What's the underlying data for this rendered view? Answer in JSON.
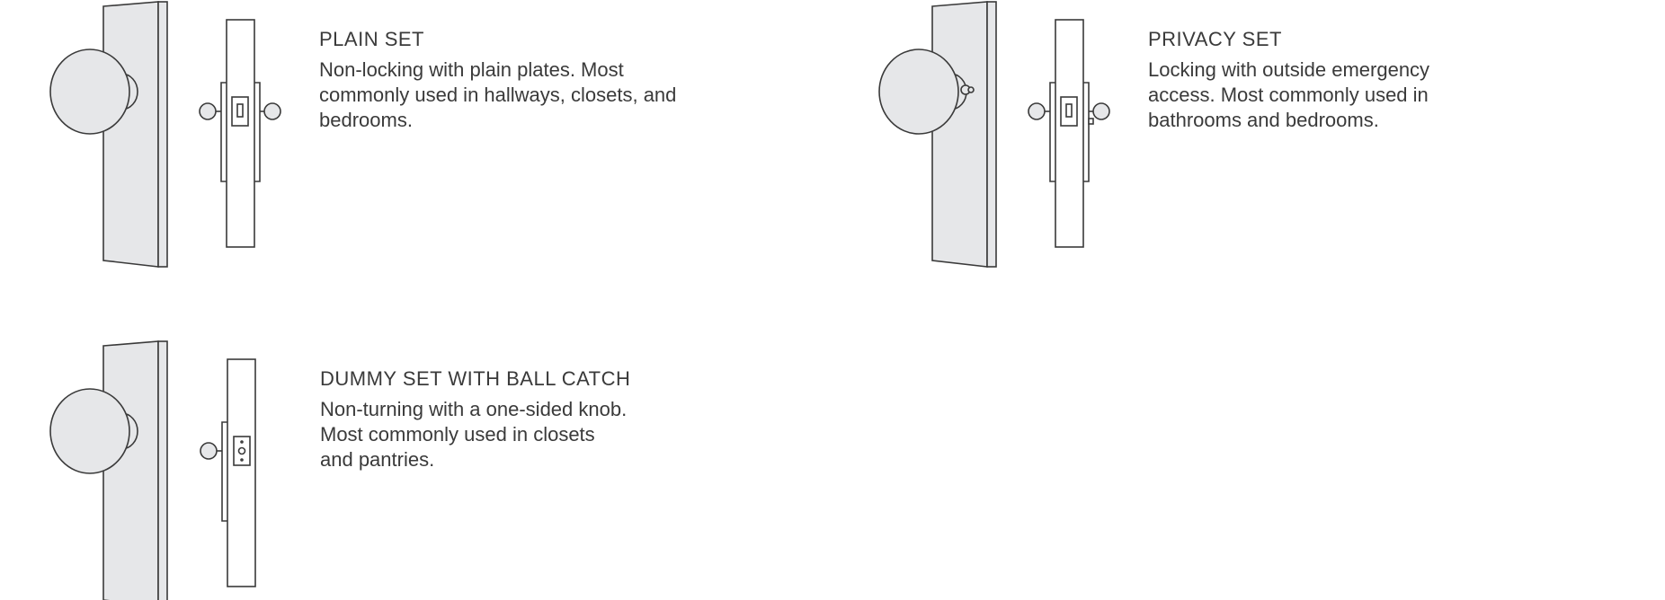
{
  "items": [
    {
      "title": "PLAIN SET",
      "description": "Non-locking with plain plates. Most\ncommonly used in hallways, closets, and\nbedrooms.",
      "illustration": "plain-set-door-illustration"
    },
    {
      "title": "PRIVACY SET",
      "description": "Locking with outside emergency\naccess. Most commonly used in\nbathrooms and bedrooms.",
      "illustration": "privacy-set-door-illustration"
    },
    {
      "title": "DUMMY SET WITH BALL CATCH",
      "description": "Non-turning with a one-sided knob.\nMost commonly used in closets\nand pantries.",
      "illustration": "dummy-set-door-illustration"
    }
  ],
  "colors": {
    "door_fill": "#e6e7e9",
    "line": "#3a3a3a",
    "text": "#3a3a3a"
  }
}
